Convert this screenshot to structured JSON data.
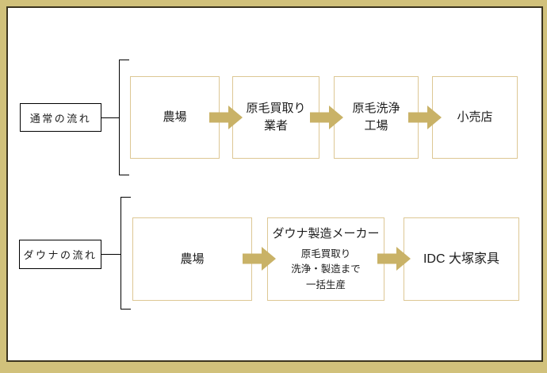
{
  "colors": {
    "frame-band": "#d1c17b",
    "frame-line": "#3b341f",
    "box-border": "#ddc794",
    "arrow": "#c9b267",
    "text": "#1c1c1c"
  },
  "flows": [
    {
      "label": "通常の流れ",
      "nodes": [
        {
          "lines": [
            "農場"
          ]
        },
        {
          "lines": [
            "原毛買取り",
            "業者"
          ]
        },
        {
          "lines": [
            "原毛洗浄",
            "工場"
          ]
        },
        {
          "lines": [
            "小売店"
          ]
        }
      ]
    },
    {
      "label": "ダウナの流れ",
      "nodes": [
        {
          "lines": [
            "農場"
          ]
        },
        {
          "title": "ダウナ製造メーカー",
          "sublines": [
            "原毛買取り",
            "洗浄・製造まで",
            "一括生産"
          ]
        },
        {
          "lines": [
            "IDC 大塚家具"
          ]
        }
      ]
    }
  ]
}
